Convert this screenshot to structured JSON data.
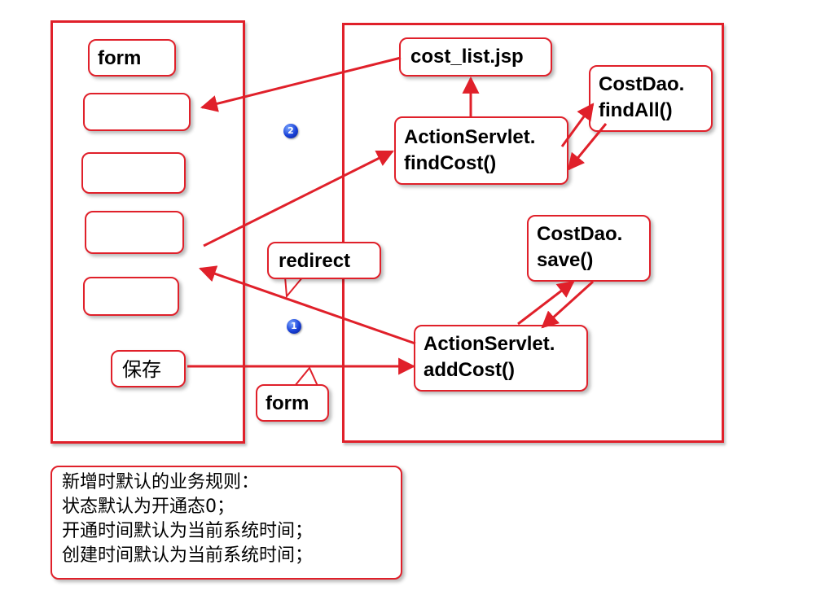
{
  "boxes": {
    "form_top": "form",
    "cost_list": "cost_list.jsp",
    "find_cost": [
      "ActionServlet.",
      "findCost()"
    ],
    "find_all": [
      "CostDao.",
      "findAll()"
    ],
    "redirect": "redirect",
    "save_dao": [
      "CostDao.",
      "save()"
    ],
    "add_cost": [
      "ActionServlet.",
      "addCost()"
    ],
    "save_button": "保存",
    "form_bottom": "form"
  },
  "steps": {
    "one": "1",
    "two": "2"
  },
  "note": [
    "新增时默认的业务规则：",
    "状态默认为开通态0；",
    "开通时间默认为当前系统时间；",
    "创建时间默认为当前系统时间；"
  ]
}
